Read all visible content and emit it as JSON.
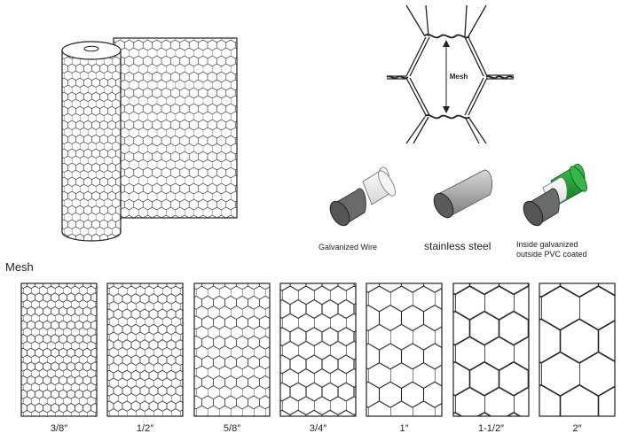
{
  "diagram": {
    "mesh_detail_label": "Mesh",
    "section_label": "Mesh",
    "materials": [
      {
        "label": "Galvanized Wire"
      },
      {
        "label": "stainless steel"
      },
      {
        "label": "Inside galvanized",
        "label2": "outside PVC coated"
      }
    ],
    "sizes": [
      "3/8″",
      "1/2″",
      "5/8″",
      "3/4″",
      "1″",
      "1-1/2″",
      "2″"
    ],
    "colors": {
      "line": "#222222",
      "core": "#555555",
      "galvanized": "#eeeeee",
      "pvc": "#1e9a32"
    }
  }
}
